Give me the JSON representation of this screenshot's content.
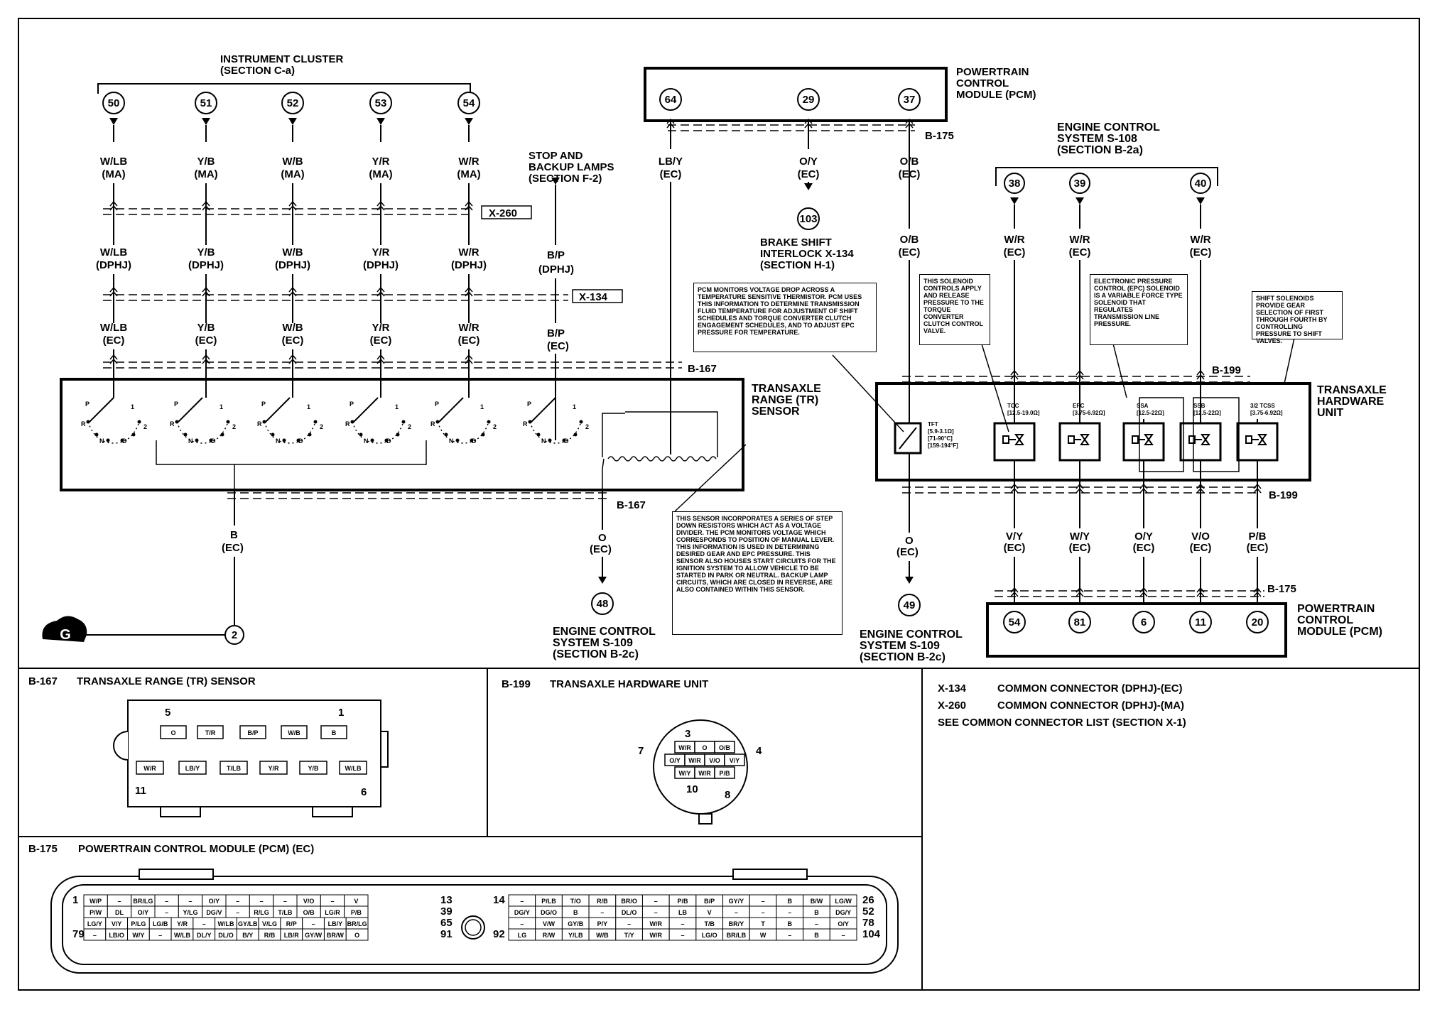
{
  "labels": {
    "instrument_cluster": "INSTRUMENT CLUSTER",
    "instrument_cluster_section": "(SECTION C-a)",
    "pcm_top_1": "POWERTRAIN",
    "pcm_top_2": "CONTROL",
    "pcm_top_3": "MODULE (PCM)",
    "stop_lamps_1": "STOP AND",
    "stop_lamps_2": "BACKUP LAMPS",
    "stop_lamps_3": "(SECTION F-2)",
    "brake_1": "BRAKE SHIFT",
    "brake_2": "INTERLOCK X-134",
    "brake_3": "(SECTION H-1)",
    "ecs108_1": "ENGINE CONTROL",
    "ecs108_2": "SYSTEM S-108",
    "ecs108_3": "(SECTION B-2a)",
    "tr_sensor_1": "TRANSAXLE",
    "tr_sensor_2": "RANGE (TR)",
    "tr_sensor_3": "SENSOR",
    "thu_1": "TRANSAXLE",
    "thu_2": "HARDWARE",
    "thu_3": "UNIT",
    "ecs109a_1": "ENGINE CONTROL",
    "ecs109a_2": "SYSTEM S-109",
    "ecs109a_3": "(SECTION B-2c)",
    "ecs109b_1": "ENGINE CONTROL",
    "ecs109b_2": "SYSTEM S-109",
    "ecs109b_3": "(SECTION B-2c)",
    "pcm_bot_1": "POWERTRAIN",
    "pcm_bot_2": "CONTROL",
    "pcm_bot_3": "MODULE (PCM)",
    "ground": "G",
    "b175_top": "B-175",
    "b167_top": "B-167",
    "b167_bot": "B-167",
    "b199_top": "B-199",
    "b199_bot": "B-199",
    "b175_bot": "B-175",
    "x260": "X-260",
    "x134": "X-134"
  },
  "ic_pins": [
    "50",
    "51",
    "52",
    "53",
    "54"
  ],
  "ic_wires_ma": [
    "W/LB",
    "Y/B",
    "W/B",
    "Y/R",
    "W/R"
  ],
  "ic_wires_dphj": [
    "W/LB",
    "Y/B",
    "W/B",
    "Y/R",
    "W/R"
  ],
  "ic_wires_ec": [
    "W/LB",
    "Y/B",
    "W/B",
    "Y/R",
    "W/R"
  ],
  "ckt": {
    "ma": "(MA)",
    "dphj": "(DPHJ)",
    "ec": "(EC)"
  },
  "stop_wire": "B/P",
  "pcm_top_pins": [
    "64",
    "29",
    "37"
  ],
  "pcm_top_wires": [
    "LB/Y",
    "O/Y",
    "O/B"
  ],
  "pin_103": "103",
  "ecs108_pins": [
    "38",
    "39",
    "40"
  ],
  "ecs108_wires": [
    "W/R",
    "W/R",
    "W/R"
  ],
  "tr_ground_wire": "B",
  "tr_out_wire": "O",
  "pin_48": "48",
  "pin_49": "49",
  "pin_2": "2",
  "thu_out_wire_o": "O",
  "thu_bottom_wires": [
    "V/Y",
    "W/Y",
    "O/Y",
    "V/O",
    "P/B"
  ],
  "pcm_bot_pins": [
    "54",
    "81",
    "6",
    "11",
    "20"
  ],
  "switch_letters": {
    "p": "P",
    "r": "R",
    "n": "N",
    "d": "D",
    "one": "1",
    "two": "2"
  },
  "solenoids": {
    "tft_1": "TFT",
    "tft_2": "[5.9-3.1Ω]",
    "tft_3": "[71-90°C]",
    "tft_4": "[159-194°F]",
    "tcc_1": "TCC",
    "tcc_2": "[12.5-19.0Ω]",
    "epc_1": "EPC",
    "epc_2": "[3.75-6.92Ω]",
    "ssa_1": "SSA",
    "ssa_2": "[12.5-22Ω]",
    "ssb_1": "SSB",
    "ssb_2": "[12.5-22Ω]",
    "tcss_1": "3/2 TCSS",
    "tcss_2": "[3.75-6.92Ω]"
  },
  "notes": {
    "pcm_monitor": "PCM MONITORS VOLTAGE DROP ACROSS A TEMPERATURE SENSITIVE THERMISTOR. PCM USES THIS INFORMATION TO DETERMINE TRANSMISSION FLUID TEMPERATURE FOR ADJUSTMENT OF SHIFT SCHEDULES AND TORQUE CONVERTER CLUTCH ENGAGEMENT SCHEDULES, AND TO ADJUST EPC PRESSURE FOR TEMPERATURE.",
    "solenoid_tcc": "THIS SOLENOID CONTROLS APPLY AND RELEASE PRESSURE TO THE TORQUE CONVERTER CLUTCH CONTROL VALVE.",
    "epc": "ELECTRONIC PRESSURE CONTROL (EPC) SOLENOID IS A VARIABLE FORCE TYPE SOLENOID THAT REGULATES TRANSMISSION LINE PRESSURE.",
    "shift_solenoids": "SHIFT SOLENOIDS PROVIDE GEAR SELECTION OF FIRST THROUGH FOURTH BY CONTROLLING PRESSURE TO SHIFT VALVES.",
    "sensor": "THIS SENSOR INCORPORATES A SERIES OF STEP DOWN RESISTORS WHICH ACT AS A VOLTAGE DIVIDER. THE PCM MONITORS VOLTAGE WHICH CORRESPONDS TO POSITION OF MANUAL LEVER. THIS INFORMATION IS USED IN DETERMINING DESIRED GEAR AND EPC PRESSURE. THIS SENSOR ALSO HOUSES START CIRCUITS FOR THE IGNITION SYSTEM TO ALLOW VEHICLE TO BE STARTED IN PARK OR NEUTRAL. BACKUP LAMP CIRCUITS, WHICH ARE CLOSED IN REVERSE, ARE ALSO CONTAINED WITHIN THIS SENSOR."
  },
  "b167_panel": {
    "id": "B-167",
    "title": "TRANSAXLE RANGE (TR) SENSOR",
    "num_5": "5",
    "num_1": "1",
    "num_11": "11",
    "num_6": "6",
    "row1": [
      "O",
      "T/R",
      "B/P",
      "W/B",
      "B"
    ],
    "row2": [
      "W/R",
      "LB/Y",
      "T/LB",
      "Y/R",
      "Y/B",
      "W/LB"
    ]
  },
  "b199_panel": {
    "id": "B-199",
    "title": "TRANSAXLE HARDWARE UNIT",
    "num_3": "3",
    "num_7": "7",
    "num_4": "4",
    "num_10": "10",
    "num_8": "8",
    "r1": [
      "W/R",
      "O",
      "O/B"
    ],
    "r2": [
      "O/Y",
      "W/R",
      "V/O",
      "V/Y"
    ],
    "r3": [
      "W/Y",
      "W/R",
      "P/B"
    ]
  },
  "common_panel": {
    "x134_id": "X-134",
    "x134_text": "COMMON CONNECTOR (DPHJ)-(EC)",
    "x260_id": "X-260",
    "x260_text": "COMMON CONNECTOR (DPHJ)-(MA)",
    "see": "SEE COMMON CONNECTOR LIST (SECTION X-1)"
  },
  "b175_panel": {
    "id": "B-175",
    "title": "POWERTRAIN CONTROL MODULE (PCM) (EC)",
    "left_nums": [
      "1",
      "",
      "",
      "79"
    ],
    "mid_nums_l": [
      "13",
      "39",
      "65",
      "91"
    ],
    "mid_nums_r": [
      "14",
      "",
      "",
      "92"
    ],
    "right_nums": [
      "26",
      "52",
      "78",
      "104"
    ],
    "left_rows": [
      [
        "W/P",
        "–",
        "BR/LG",
        "–",
        "–",
        "O/Y",
        "–",
        "–",
        "–",
        "V/O",
        "–",
        "V"
      ],
      [
        "P/W",
        "DL",
        "O/Y",
        "–",
        "Y/LG",
        "DG/V",
        "–",
        "R/LG",
        "T/LB",
        "O/B",
        "LG/R",
        "P/B"
      ],
      [
        "LG/Y",
        "V/Y",
        "P/LG",
        "LG/B",
        "Y/R",
        "–",
        "W/LB",
        "GY/LB",
        "V/LG",
        "R/P",
        "–",
        "LB/Y",
        "BR/LG"
      ],
      [
        "–",
        "LB/O",
        "W/Y",
        "–",
        "W/LB",
        "DL/Y",
        "DL/O",
        "B/Y",
        "R/B",
        "LB/R",
        "GY/W",
        "BR/W",
        "O"
      ]
    ],
    "right_rows": [
      [
        "–",
        "P/LB",
        "T/O",
        "R/B",
        "BR/O",
        "–",
        "P/B",
        "B/P",
        "GY/Y",
        "–",
        "B",
        "B/W",
        "LG/W"
      ],
      [
        "DG/Y",
        "DG/O",
        "B",
        "–",
        "DL/O",
        "–",
        "LB",
        "V",
        "–",
        "–",
        "–",
        "B",
        "DG/Y"
      ],
      [
        "–",
        "V/W",
        "GY/B",
        "P/Y",
        "–",
        "W/R",
        "–",
        "T/B",
        "BR/Y",
        "T",
        "B",
        "–",
        "O/Y"
      ],
      [
        "LG",
        "R/W",
        "Y/LB",
        "W/B",
        "T/Y",
        "W/R",
        "–",
        "LG/O",
        "BR/LB",
        "W",
        "–",
        "B",
        "–"
      ]
    ]
  }
}
